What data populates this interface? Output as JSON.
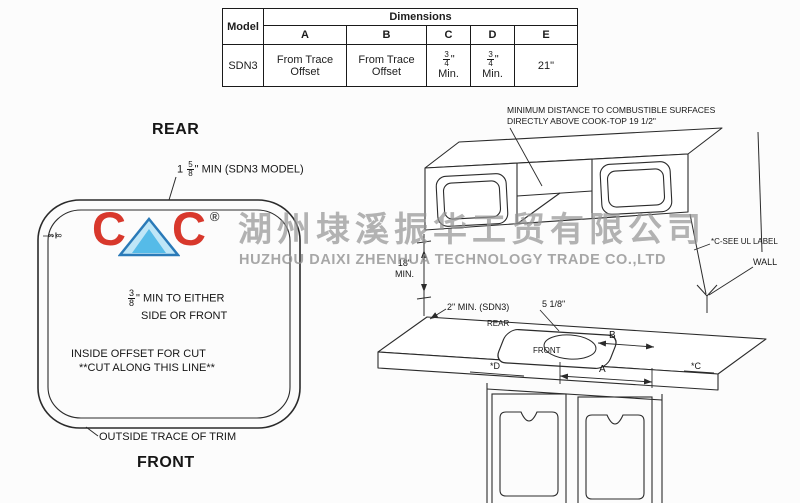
{
  "table": {
    "model_header": "Model",
    "dimensions_header": "Dimensions",
    "columns": [
      "A",
      "B",
      "C",
      "D",
      "E"
    ],
    "row": {
      "model": "SDN3",
      "a_line1": "From Trace",
      "a_line2": "Offset",
      "b_line1": "From Trace",
      "b_line2": "Offset",
      "c_num": "3",
      "c_den": "4",
      "c_unit": "\"",
      "c_label": "Min.",
      "d_num": "3",
      "d_den": "4",
      "d_unit": "\"",
      "d_label": "Min.",
      "e_value": "21\""
    }
  },
  "left_diagram": {
    "rear_label": "REAR",
    "front_label": "FRONT",
    "top_note_prefix": "1",
    "top_note_num": "5",
    "top_note_den": "8",
    "top_note_suffix": "\" MIN (SDN3 MODEL)",
    "edge_frac_num": "3",
    "edge_frac_den": "8",
    "side_note_num": "3",
    "side_note_den": "8",
    "side_note_line1": "\" MIN TO EITHER",
    "side_note_line2": "SIDE OR FRONT",
    "inside_offset_line1": "INSIDE OFFSET FOR CUT",
    "inside_offset_line2": "**CUT ALONG THIS LINE**",
    "outside_trace": "OUTSIDE TRACE OF TRIM"
  },
  "right_diagram": {
    "min_distance_line1": "MINIMUM DISTANCE TO COMBUSTIBLE SURFACES",
    "min_distance_line2": "DIRECTLY ABOVE COOK-TOP 19 1/2\"",
    "ul_label": "*C-SEE UL LABEL",
    "wall_label": "WALL",
    "dim_18_value": "18\"",
    "dim_18_min": "MIN.",
    "dim_2_min": "2\" MIN. (SDN3)",
    "dim_5_18": "5 1/8\"",
    "rear_label": "REAR",
    "front_label": "FRONT",
    "dim_a": "A",
    "dim_b": "B",
    "dim_c": "*C",
    "dim_d": "*D"
  },
  "watermark": {
    "logo_c1": "C",
    "logo_c2": "C",
    "registered": "®",
    "cn_name": "湖州埭溪振华工贸有限公司",
    "en_name": "HUZHOU DAIXI ZHENHUA TECHNOLOGY TRADE CO.,LTD"
  }
}
